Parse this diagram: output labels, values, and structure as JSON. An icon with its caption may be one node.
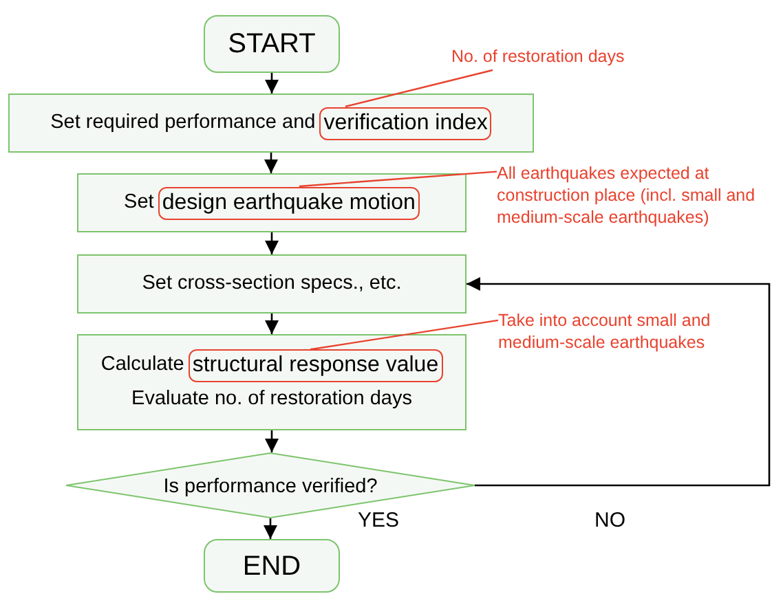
{
  "diagram": {
    "nodes": [
      {
        "text": [
          "START"
        ]
      },
      {
        "text": [
          "Set required performance and"
        ]
      },
      {
        "text": [
          "verification index"
        ],
        "in": 1
      },
      {
        "text": [
          "No. of restoration days"
        ]
      },
      {
        "text": [
          "Set"
        ]
      },
      {
        "text": [
          "design earthquake motion"
        ],
        "in": 4
      },
      {
        "text": [
          "All earthquakes expected at construction place (incl. small and medium-scale earthquakes)"
        ]
      },
      {
        "text": [
          "Set cross-section specs., etc."
        ]
      },
      {
        "text": [
          "Calculate",
          "Evaluate no. of restoration days"
        ]
      },
      {
        "text": [
          "structural response value"
        ],
        "in": 8
      },
      {
        "text": [
          "Take into account small and medium-scale earthquakes"
        ]
      },
      {
        "text": [
          "Is performance verified?"
        ]
      },
      {
        "text": [
          "END"
        ]
      }
    ],
    "edges": [
      {
        "from": 0,
        "to": 1,
        "arrow": "to"
      },
      {
        "from": 1,
        "to": 4,
        "arrow": "to"
      },
      {
        "from": 4,
        "to": 7,
        "arrow": "to"
      },
      {
        "from": 7,
        "to": 8,
        "arrow": "to"
      },
      {
        "from": 8,
        "to": 11,
        "arrow": "to"
      },
      {
        "from": 11,
        "to": 12,
        "arrow": "to",
        "label": "YES"
      },
      {
        "from": 11,
        "to": 7,
        "arrow": "to",
        "label": "NO"
      },
      {
        "from": 3,
        "to": 2,
        "arrow": "none",
        "color": "#e8432f"
      },
      {
        "from": 6,
        "to": 5,
        "arrow": "none",
        "color": "#e8432f"
      },
      {
        "from": 10,
        "to": 9,
        "arrow": "none",
        "color": "#e8432f"
      }
    ]
  }
}
